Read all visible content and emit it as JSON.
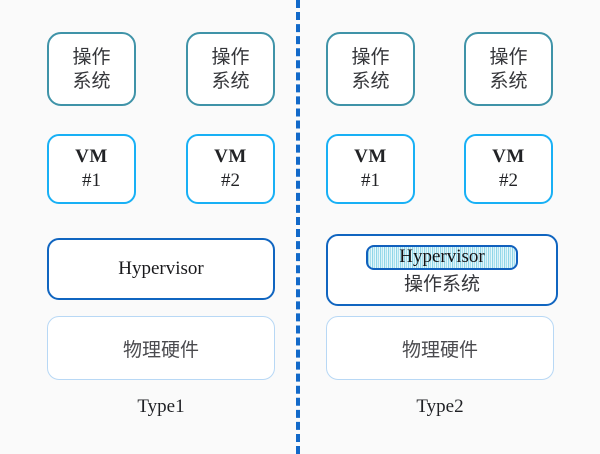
{
  "diagram": {
    "title": "Hypervisor Type1 vs Type2",
    "background_color": "#fafafa",
    "divider_color": "#1269c9"
  },
  "colors": {
    "os_border": "#3f93a8",
    "vm_border": "#18b0f5",
    "hypervisor_border": "#1065c0",
    "hardware_border": "#b8d8f5",
    "stripe_fill": "#9fdcea"
  },
  "panels": [
    {
      "id": "type1",
      "caption": "Type1",
      "guest_os": [
        {
          "line1": "操作",
          "line2": "系统"
        },
        {
          "line1": "操作",
          "line2": "系统"
        }
      ],
      "vms": [
        {
          "line1": "VM",
          "line2": "#1"
        },
        {
          "line1": "VM",
          "line2": "#2"
        }
      ],
      "hypervisor": {
        "label": "Hypervisor",
        "host_os": ""
      },
      "hardware": {
        "label": "物理硬件"
      }
    },
    {
      "id": "type2",
      "caption": "Type2",
      "guest_os": [
        {
          "line1": "操作",
          "line2": "系统"
        },
        {
          "line1": "操作",
          "line2": "系统"
        }
      ],
      "vms": [
        {
          "line1": "VM",
          "line2": "#1"
        },
        {
          "line1": "VM",
          "line2": "#2"
        }
      ],
      "hypervisor": {
        "label": "Hypervisor",
        "host_os": "操作系统"
      },
      "hardware": {
        "label": "物理硬件"
      }
    }
  ]
}
